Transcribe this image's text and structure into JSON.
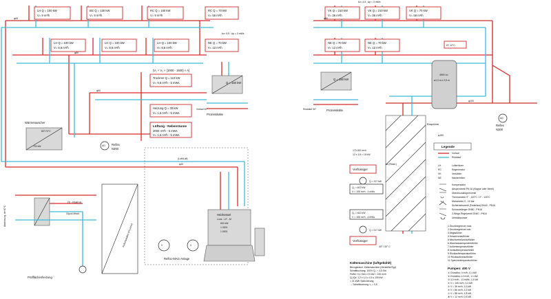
{
  "consumers_top_left": [
    {
      "l1": "LH Q = 100 kW",
      "l2": "V= 9 m³/h"
    },
    {
      "l1": "BG Q = 130 kW",
      "l2": "V= 9 m³/h"
    },
    {
      "l1": "RC Q = 150 kW",
      "l2": "V= 9 m³/h"
    }
  ],
  "consumers_mid_left": [
    {
      "l1": "LH Q = 100 kW",
      "l2": "V= 8,6 m³/h"
    },
    {
      "l1": "LH Q = 100 kW",
      "l2": "V= 8,6 m³/h"
    },
    {
      "l1": "LH Q = 100 kW",
      "l2": "V= 8,6 m³/h"
    }
  ],
  "consumer_top_center": {
    "l1": "RC Q = 70 kW",
    "l2": "V= 56 m³/h"
  },
  "consumer_mid_center": {
    "l1": "NE Q = 70 kW",
    "l2": "V= 12 m³/h"
  },
  "consumers_top_right": [
    {
      "l1": "VK Q = 210 kW",
      "l2": "V= 36 m³/h"
    },
    {
      "l1": "VK Q = 210 kW",
      "l2": "V= 36 m³/h"
    },
    {
      "l1": "VK Q = 70 kW",
      "l2": "V= 58 m³/h"
    }
  ],
  "consumers_mid_right": [
    {
      "l1": "NE Q = 70 kW",
      "l2": "V= 12 m³/h"
    },
    {
      "l1": "NE Q = 70 kW",
      "l2": "V= 12 m³/h"
    }
  ],
  "formula_label": "(V₁ + V₂ × (1000 - 1500) × A)",
  "info_boxes": [
    {
      "l1": "Trockner Q = 110 kW",
      "l2": "V= 9,5 m³/h - 5 mWs"
    },
    {
      "l1": "Heizung Q = 30 kW",
      "l2": "V= 1,5 m³/h - 5 mWs"
    },
    {
      "l1": "Lüftung - Nebenräume",
      "l2": ""
    },
    {
      "l1": "3000 m³/h - 5 mWs",
      "l2": "V= 1,5 m³/h - 5 mWs"
    }
  ],
  "heat_exchanger_left": {
    "label": "Wärmetauscher",
    "temp": "80°/70°C",
    "power": "700 kW"
  },
  "process_cooler_center": {
    "q": "Q = 150 kW",
    "label": "Prozesskälte"
  },
  "process_cooler_right": {
    "q": "Q = 150 kW",
    "label": "Prozesskälte"
  },
  "expansion_left": {
    "l1": "Reflex",
    "l2": "N300"
  },
  "expansion_right": {
    "l1": "Reflex",
    "l2": "N300"
  },
  "tank": {
    "l1": "4500 Ltr.",
    "l2": "ø1,3 m x 2,5 m"
  },
  "boiler": {
    "l1": "Heizkessel",
    "l2": "Loos - UT - M",
    "l3": "600 kW",
    "l4": "1.0001",
    "l5": "1.0001"
  },
  "plant_label": "Refloc-MAG-Anlage",
  "station_label": "GL-Station",
  "glycol_label": "Glycol Misch.",
  "bottom_left_label": "Prüfflächenheizung",
  "left_vertical_label": "Abdeckung, de 40°C",
  "condensers": [
    {
      "label": "Verflüssiger",
      "q": "Q = 217 kW"
    },
    {
      "label": "Verflüssiger",
      "q": "Q = 217 kW"
    }
  ],
  "compressor_rows": [
    {
      "q": "Q₀ = 612 kW",
      "v": "V = 105 m³/h - 4 mWs"
    },
    {
      "q": "Q₀ = 612 kW",
      "v": "V = 105 m³/h - 4 mWs"
    }
  ],
  "ice_store_label": "Eisspeicher",
  "flow_label_top": "170.000 m³/h",
  "flow_label_bottom": "12 x 1,5 = 18 kW",
  "bottom_note_title": "Kältemaschine (luftgekühlt)",
  "bottom_notes": [
    "Bezugsraum: Kältemaschine (Hersteller/Typ)",
    "Schaltbuchung: 100% Q₀ ~ 4,5 Std",
    "Puffer: 0,1 Std x 2,5 kW = 100 m³/h",
    "Q₀/Qv: 1,2 x 1,4 x 4,5 x 100 kW",
    "= 21 kWh Speicherung",
    "→ Schaltbuchung: t₀ = 0,5"
  ],
  "legend_title": "Legende",
  "legend_lines": [
    {
      "label": "Vorlauf",
      "color": "#d62828"
    },
    {
      "label": "Rücklauf",
      "color": "#3fb8d8"
    }
  ],
  "legend_abbrev": [
    {
      "k": "LH",
      "v": "Lufterhitzer"
    },
    {
      "k": "RC",
      "v": "Regenerator"
    },
    {
      "k": "VK",
      "v": "Verkühler"
    },
    {
      "k": "NE",
      "v": "Nacherhitzer"
    }
  ],
  "legend_symbols": [
    "Kompensator",
    "Absperrventil PN 16 (Klappe oder Ventil)",
    "Überdruckabsperrventil",
    "Thermometer   0° - 100°C / 0° - 120°C",
    "Manometer     0 - 10 bar",
    "Sicherheitsventil (Federlast)   DN40 - PN16",
    "Schmutzfänger   DN50 - PN16",
    "2-Wege-Regelventil   DN40 - PN16",
    "Umwälzpumpe"
  ],
  "legend_numbers": [
    "1  Druckbegrenzer max.",
    "2  Druckbegrenzer min.",
    "3  Abgasfühler",
    "4  Kesselvorlauffühler",
    "5  Mischverteilvorlauffühler",
    "6  Warmwasserspeicherfühler",
    "7  Außentemperaturfühler",
    "8  Vorlauftemperaturfühler",
    "9  Rücklauftemperaturfühler",
    "10 Rücklaufvorlauffühler",
    "11 Speichertemperaturfühler"
  ],
  "pumps_title": "Pumpen: 400 V",
  "pumps": [
    "① Grundfos: 4 m³/h, 0,1 kW",
    "② Grundfos: 12 m³/h, 1,1 kW",
    "③ 3,0 m³/h - 11 mWs, 1,5 kW",
    "④ V = 105 m³/h, 3,4 kW",
    "⑤ V = 36 m³/h, 1,0 kW",
    "⑥ V = 86 m³/h, 2,2 kW",
    "⑦ V = 58 m³/h, 1,5 kW",
    "⑧ V = 12 m³/h, 0,5 kW"
  ],
  "temp_markers": [
    "Vorlauf 40°",
    "Rücklauf 30°"
  ],
  "tank_temp": "6°/ 12°C",
  "temp_note": "40° / 30° C",
  "dim_top_right": "kv= 4,5 ; Δp = 3 mWs",
  "dim_top_center": "kv= 5,5 ; Δp = 3 mWs",
  "flow_label_a": "(Luft/Luft)",
  "flow_label_b": "kv (Rückl.)",
  "vertical_box_label": "Pufferbehälter (Prozess)",
  "ticks": [
    "φ65",
    "φ80",
    "φ50",
    "φ40",
    "φ100",
    "φ150"
  ]
}
